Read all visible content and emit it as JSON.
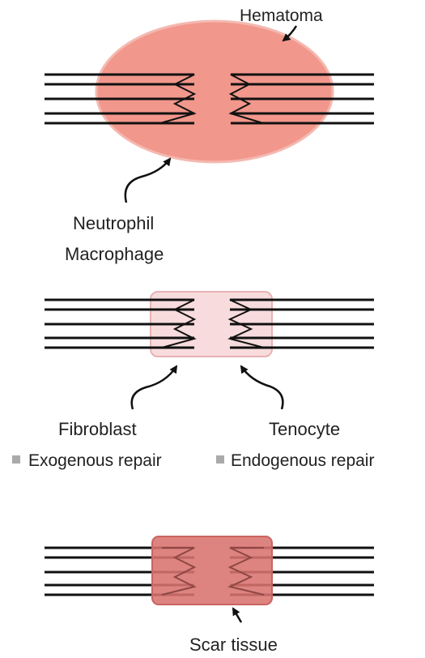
{
  "stage1": {
    "hematoma_label": "Hematoma",
    "cells_line1": "Neutrophil",
    "cells_line2": "Macrophage"
  },
  "stage2": {
    "fibroblast_label": "Fibroblast",
    "fibroblast_repair": "Exogenous repair",
    "tenocyte_label": "Tenocyte",
    "tenocyte_repair": "Endogenous repair"
  },
  "stage3": {
    "scar_label": "Scar tissue"
  },
  "colors": {
    "hematoma_fill": "#f2978c",
    "hematoma_stroke": "#f4b9b0",
    "stage2_fill": "#f8dcdd",
    "stage2_stroke": "#e7b2b4",
    "scar_fill": "#d8726e",
    "scar_stroke": "#c86561",
    "bullet": "#aaaaaa"
  }
}
